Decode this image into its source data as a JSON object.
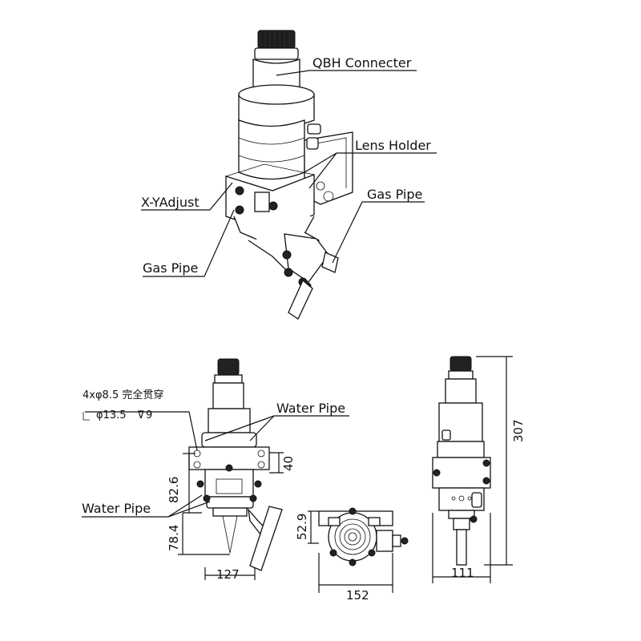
{
  "labels": {
    "qbh": "QBH Connecter",
    "lens_holder": "Lens Holder",
    "gas_pipe_right": "Gas Pipe",
    "xy_adjust": "X-YAdjust",
    "gas_pipe_left": "Gas Pipe",
    "water_pipe_upper": "Water Pipe",
    "water_pipe_lower": "Water Pipe",
    "hole_spec_line1": "4xφ8.5 完全贯穿",
    "hole_spec_line2": "φ13.5",
    "hole_spec_depth": "9"
  },
  "dimensions": {
    "d40": "40",
    "d82_6": "82.6",
    "d78_4": "78.4",
    "d127": "127",
    "d52_9": "52.9",
    "d152": "152",
    "d307": "307",
    "d111": "111"
  },
  "colors": {
    "line": "#111111",
    "background": "#ffffff",
    "fill_dark": "#222222"
  }
}
